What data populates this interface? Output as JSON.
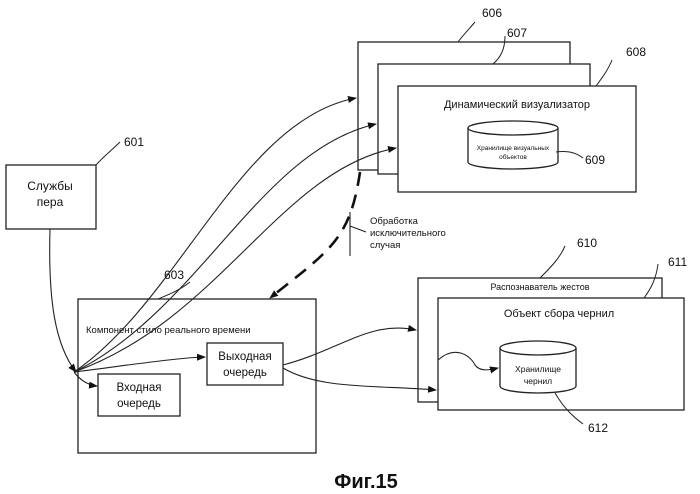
{
  "figure": {
    "caption": "Фиг.15",
    "refs": {
      "r601": "601",
      "r603": "603",
      "r606": "606",
      "r607": "607",
      "r608": "608",
      "r609": "609",
      "r610": "610",
      "r611": "611",
      "r612": "612"
    },
    "pen_services": {
      "line1": "Службы",
      "line2": "пера"
    },
    "rt_stylus": {
      "label": "Компонент стило реального времени"
    },
    "input_queue": {
      "line1": "Входная",
      "line2": "очередь"
    },
    "output_queue": {
      "line1": "Выходная",
      "line2": "очередь"
    },
    "dynamic_renderer": {
      "label": "Динамический визуализатор"
    },
    "visual_store": {
      "line1": "Хранилище визуальных",
      "line2": "объектов"
    },
    "exception": {
      "line1": "Обработка",
      "line2": "исключительного",
      "line3": "случая"
    },
    "gesture_recognizer": {
      "label": "Распознаватель жестов"
    },
    "ink_collector": {
      "label": "Объект сбора чернил"
    },
    "ink_store": {
      "line1": "Хранилище",
      "line2": "чернил"
    }
  }
}
